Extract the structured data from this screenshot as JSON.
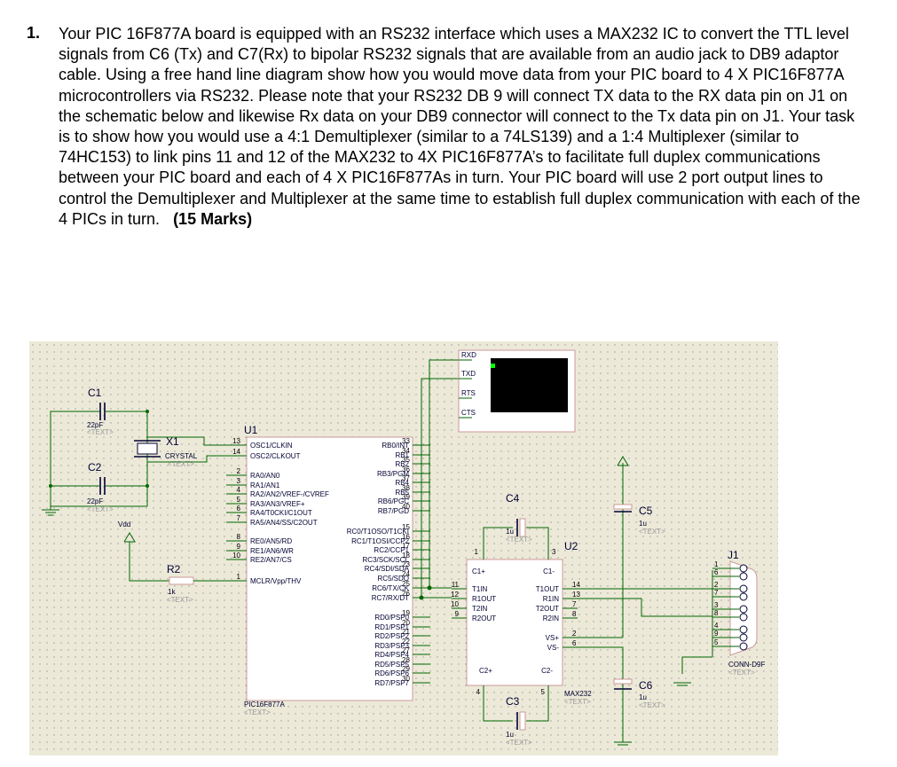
{
  "question": {
    "number": "1.",
    "text": "Your PIC 16F877A board is equipped with an RS232 interface which uses a MAX232 IC to convert the TTL level signals from C6 (Tx) and C7(Rx) to bipolar RS232 signals that are available from an audio jack to DB9 adaptor cable. Using a free hand line diagram show how you would move data from your PIC board to 4 X PIC16F877A microcontrollers via RS232. Please note that your RS232 DB 9 will connect TX data to the RX data pin on J1 on the schematic below and likewise Rx data on your DB9 connector will connect to the Tx data pin on J1. Your task is to show how you would use a 4:1 Demultiplexer (similar to a 74LS139) and a 1:4 Multiplexer (similar to 74HC153) to link pins 11 and 12 of the MAX232 to 4X PIC16F877A’s to facilitate full duplex communications between your PIC board and each of 4 X PIC16F877As in turn. Your PIC board will use 2 port output lines to control the Demultiplexer and Multiplexer at the same time to establish full duplex communication with each of the 4 PICs in turn.",
    "marks": "(15 Marks)"
  },
  "schematic": {
    "colors": {
      "background": "#ece9d8",
      "wire": "#006600",
      "body": "#cc9999",
      "body_fill": "#ffffff",
      "label": "#000033",
      "ghost": "#999999",
      "pin_number": "#000000",
      "terminal_screen": "#000000",
      "terminal_led": "#00ff00"
    },
    "text_placeholder": "<TEXT>",
    "u1": {
      "ref": "U1",
      "part": "PIC16F877A",
      "left_pins": [
        {
          "num": "13",
          "name": "OSC1/CLKIN"
        },
        {
          "num": "14",
          "name": "OSC2/CLKOUT"
        },
        {
          "num": "2",
          "name": "RA0/AN0"
        },
        {
          "num": "3",
          "name": "RA1/AN1"
        },
        {
          "num": "4",
          "name": "RA2/AN2/VREF-/CVREF"
        },
        {
          "num": "5",
          "name": "RA3/AN3/VREF+"
        },
        {
          "num": "6",
          "name": "RA4/T0CKI/C1OUT"
        },
        {
          "num": "7",
          "name": "RA5/AN4/SS/C2OUT"
        },
        {
          "num": "8",
          "name": "RE0/AN5/RD"
        },
        {
          "num": "9",
          "name": "RE1/AN6/WR"
        },
        {
          "num": "10",
          "name": "RE2/AN7/CS"
        },
        {
          "num": "1",
          "name": "MCLR/Vpp/THV"
        }
      ],
      "right_pins": [
        {
          "num": "33",
          "name": "RB0/INT"
        },
        {
          "num": "34",
          "name": "RB1"
        },
        {
          "num": "35",
          "name": "RB2"
        },
        {
          "num": "36",
          "name": "RB3/PGM"
        },
        {
          "num": "37",
          "name": "RB4"
        },
        {
          "num": "38",
          "name": "RB5"
        },
        {
          "num": "39",
          "name": "RB6/PGC"
        },
        {
          "num": "40",
          "name": "RB7/PGD"
        },
        {
          "num": "15",
          "name": "RC0/T1OSO/T1CKI"
        },
        {
          "num": "16",
          "name": "RC1/T1OSI/CCP2"
        },
        {
          "num": "17",
          "name": "RC2/CCP1"
        },
        {
          "num": "18",
          "name": "RC3/SCK/SCL"
        },
        {
          "num": "23",
          "name": "RC4/SDI/SDA"
        },
        {
          "num": "24",
          "name": "RC5/SDO"
        },
        {
          "num": "25",
          "name": "RC6/TX/CK"
        },
        {
          "num": "26",
          "name": "RC7/RX/DT"
        },
        {
          "num": "19",
          "name": "RD0/PSP0"
        },
        {
          "num": "20",
          "name": "RD1/PSP1"
        },
        {
          "num": "21",
          "name": "RD2/PSP2"
        },
        {
          "num": "22",
          "name": "RD3/PSP3"
        },
        {
          "num": "27",
          "name": "RD4/PSP4"
        },
        {
          "num": "28",
          "name": "RD5/PSP5"
        },
        {
          "num": "29",
          "name": "RD6/PSP6"
        },
        {
          "num": "30",
          "name": "RD7/PSP7"
        }
      ]
    },
    "u2": {
      "ref": "U2",
      "part": "MAX232",
      "top_pins": [
        {
          "num": "1",
          "name": "C1+"
        },
        {
          "num": "3",
          "name": "C1-"
        }
      ],
      "left_pins": [
        {
          "num": "11",
          "name": "T1IN"
        },
        {
          "num": "12",
          "name": "R1OUT"
        },
        {
          "num": "10",
          "name": "T2IN"
        },
        {
          "num": "9",
          "name": "R2OUT"
        }
      ],
      "right_pins": [
        {
          "num": "14",
          "name": "T1OUT"
        },
        {
          "num": "13",
          "name": "R1IN"
        },
        {
          "num": "7",
          "name": "T2OUT"
        },
        {
          "num": "8",
          "name": "R2IN"
        },
        {
          "num": "2",
          "name": "VS+"
        },
        {
          "num": "6",
          "name": "VS-"
        }
      ],
      "bottom_pins": [
        {
          "num": "4",
          "name": "C2+"
        },
        {
          "num": "5",
          "name": "C2-"
        }
      ]
    },
    "terminal": {
      "pins": [
        "RXD",
        "TXD",
        "RTS",
        "CTS"
      ]
    },
    "crystal": {
      "ref": "X1",
      "value": "CRYSTAL"
    },
    "capacitors": [
      {
        "ref": "C1",
        "value": "22pF"
      },
      {
        "ref": "C2",
        "value": "22pF"
      },
      {
        "ref": "C3",
        "value": "1u"
      },
      {
        "ref": "C4",
        "value": "1u"
      },
      {
        "ref": "C5",
        "value": "1u"
      },
      {
        "ref": "C6",
        "value": "1u"
      }
    ],
    "resistor": {
      "ref": "R2",
      "value": "1k"
    },
    "power": {
      "vdd": "Vdd"
    },
    "j1": {
      "ref": "J1",
      "part": "CONN-D9F",
      "pins": [
        "1",
        "6",
        "2",
        "7",
        "3",
        "8",
        "4",
        "9",
        "5"
      ]
    }
  }
}
